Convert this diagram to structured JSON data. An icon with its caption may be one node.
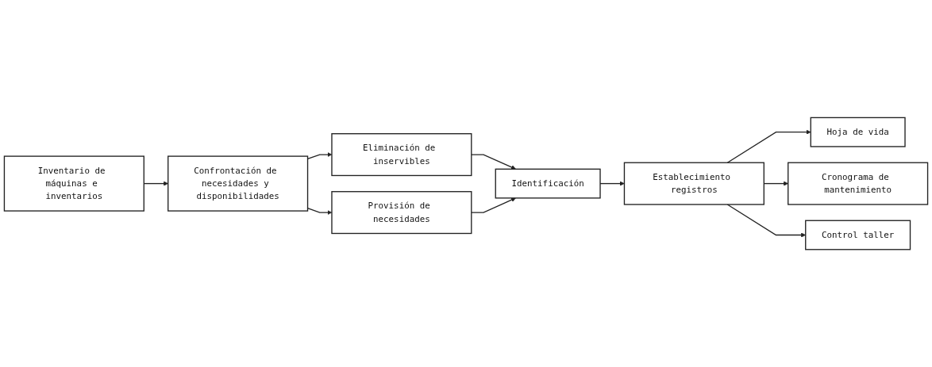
{
  "diagram": {
    "nodes": [
      {
        "text": [
          "Inventario de máquinas e inventarios"
        ]
      },
      {
        "text": [
          "Confrontación de necesidades y disponibilidades"
        ]
      },
      {
        "text": [
          "Eliminación de inservibles"
        ]
      },
      {
        "text": [
          "Provisión de necesidades"
        ]
      },
      {
        "text": [
          "Identificación"
        ]
      },
      {
        "text": [
          "Establecimiento registros"
        ]
      },
      {
        "text": [
          "Hoja de vida"
        ]
      },
      {
        "text": [
          "Cronograma de mantenimiento"
        ]
      },
      {
        "text": [
          "Control taller"
        ]
      }
    ],
    "edges": [
      {
        "from": 0,
        "to": 1,
        "arrow": "to"
      },
      {
        "from": 1,
        "to": 2,
        "arrow": "to"
      },
      {
        "from": 1,
        "to": 3,
        "arrow": "to"
      },
      {
        "from": 2,
        "to": 4,
        "arrow": "to"
      },
      {
        "from": 3,
        "to": 4,
        "arrow": "to"
      },
      {
        "from": 4,
        "to": 5,
        "arrow": "to"
      },
      {
        "from": 5,
        "to": 6,
        "arrow": "to"
      },
      {
        "from": 5,
        "to": 7,
        "arrow": "to"
      },
      {
        "from": 5,
        "to": 8,
        "arrow": "to"
      }
    ]
  }
}
